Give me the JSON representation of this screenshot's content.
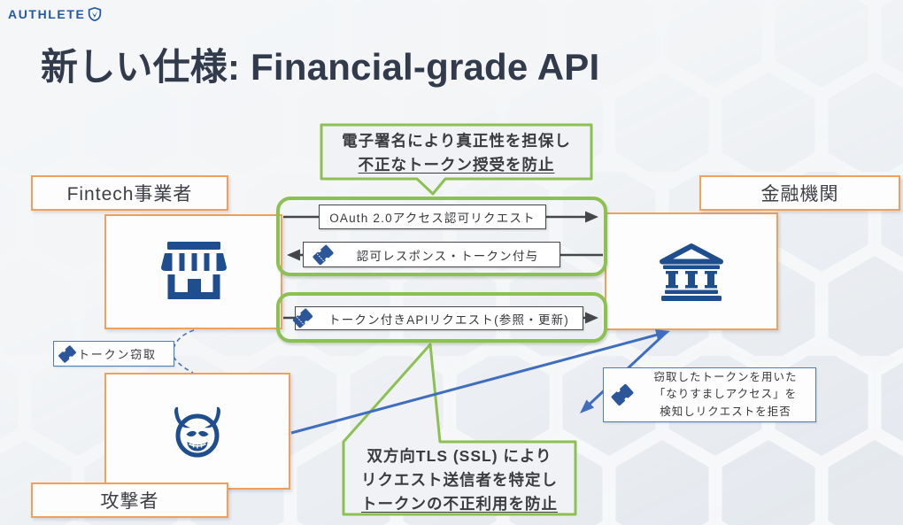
{
  "brand": {
    "name": "AUTHLETE"
  },
  "title": "新しい仕様: Financial-grade API",
  "actors": {
    "fintech": {
      "label": "Fintech事業者"
    },
    "bank": {
      "label": "金融機関"
    },
    "attacker": {
      "label": "攻撃者"
    }
  },
  "flows": {
    "auth_request": {
      "label": "OAuth 2.0アクセス認可リクエスト"
    },
    "auth_response": {
      "label": "認可レスポンス・トークン付与"
    },
    "api_request": {
      "label": "トークン付きAPIリクエスト(参照・更新)"
    },
    "token_theft": {
      "label": "トークン窃取"
    }
  },
  "callouts": {
    "signature": {
      "line1": "電子署名により真正性を担保し",
      "line2": "不正なトークン授受を防止"
    },
    "mutual_tls": {
      "line1": "双方向TLS (SSL) により",
      "line2": "リクエスト送信者を特定し",
      "line3": "トークンの不正利用を防止"
    },
    "detection": {
      "line1": "窃取したトークンを用いた",
      "line2": "「なりすましアクセス」を",
      "line3": "検知しリクエストを拒否"
    }
  },
  "colors": {
    "accent_green": "#8cc152",
    "accent_orange": "#f0a05a",
    "icon_navy": "#1f4e8f",
    "arrow_blue": "#3f6ebf",
    "note_border_blue": "#4a7ebb",
    "brand_blue": "#2358a8",
    "title_text": "#323b4b"
  }
}
